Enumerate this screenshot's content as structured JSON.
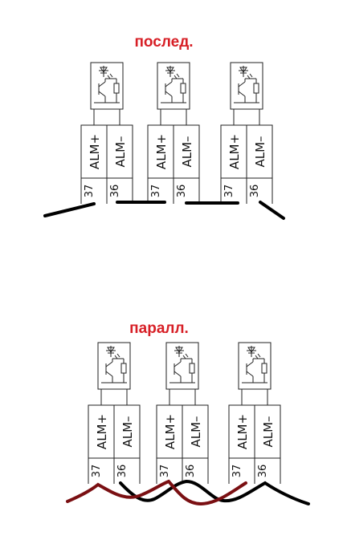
{
  "diagram": {
    "series_title": "послед.",
    "parallel_title": "паралл.",
    "terminal_plus": "ALM+",
    "terminal_minus": "ALM–",
    "pin_plus": "37",
    "pin_minus": "36",
    "colors": {
      "title": "#d71f26",
      "wire_black": "#000000",
      "wire_red": "#7a0f12"
    }
  }
}
